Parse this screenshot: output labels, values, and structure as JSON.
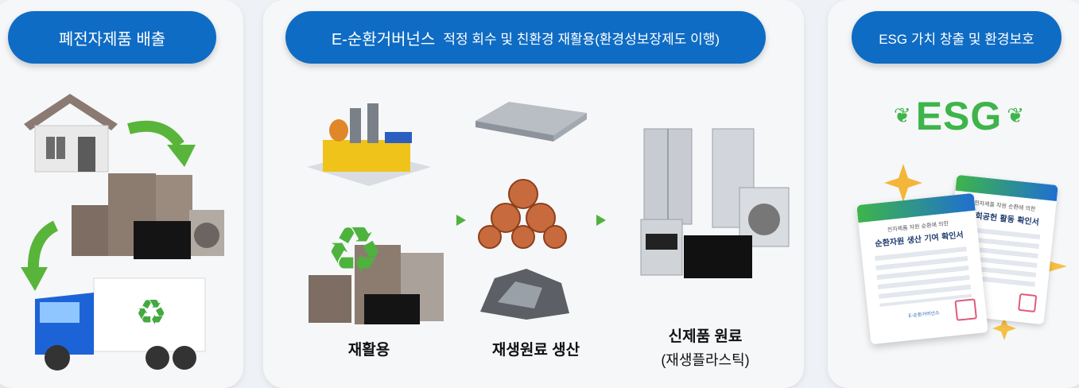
{
  "stages": {
    "disposal": {
      "title": "폐전자제품 배출"
    },
    "governance": {
      "brand": "E-순환거버넌스",
      "title": "적정 회수 및 친환경 재활용(환경성보장제도 이행)",
      "captions": {
        "recycle": "재활용",
        "production": "재생원료 생산",
        "new_material": "신제품 원료",
        "new_material_sub": "(재생플라스틱)"
      }
    },
    "esg": {
      "title": "ESG 가치 창출 및 환경보호",
      "logo_text": "ESG",
      "certificates": {
        "back_line1": "전자제품 자원 순환에 의한",
        "back_line2": "사회공헌 활동 확인서",
        "front_line1": "전자제품 자원 순환에 의한",
        "front_line2": "순환자원 생산 기여 확인서",
        "seal_text": "E-순환거버넌스"
      }
    }
  },
  "colors": {
    "pill": "#0f6cc4",
    "arrow": "#4db33d",
    "esg_green": "#3db54a",
    "truck_blue": "#1d63d8"
  }
}
